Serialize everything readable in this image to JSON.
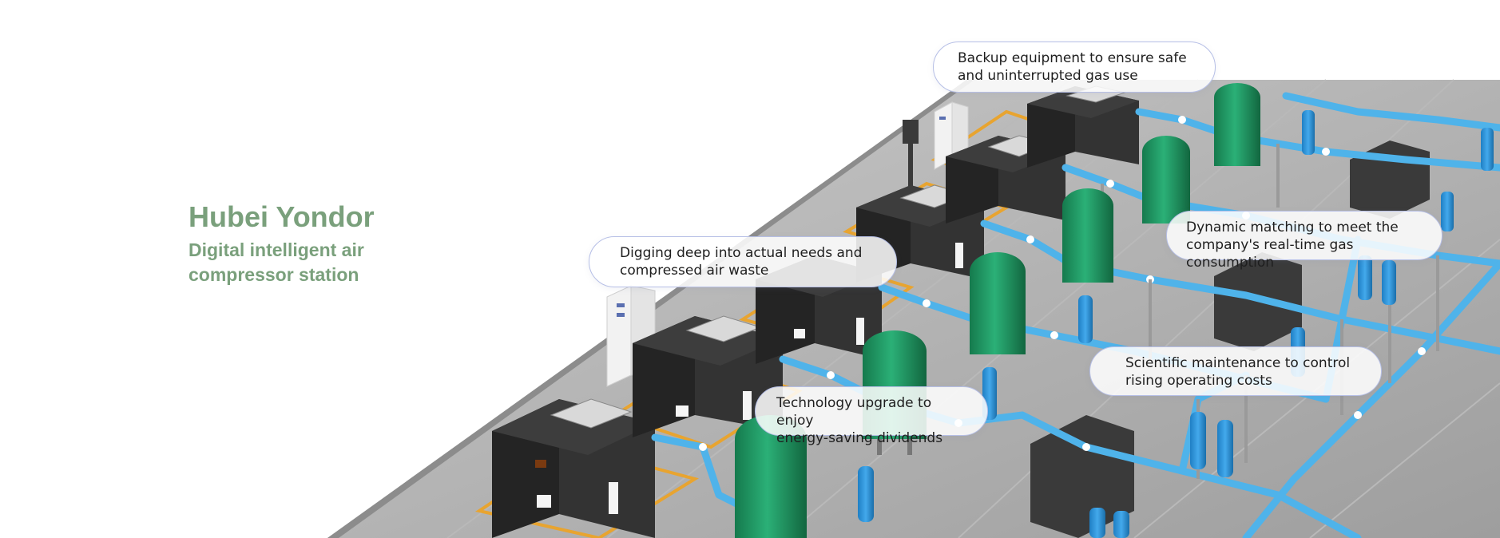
{
  "headline": {
    "title": "Hubei Yondor",
    "subtitle": "Digital intelligent air compressor station"
  },
  "callouts": [
    {
      "lines": [
        "Backup equipment to ensure safe",
        "and uninterrupted gas use"
      ]
    },
    {
      "lines": [
        "Digging deep into actual needs and",
        "compressed air waste"
      ]
    },
    {
      "lines": [
        "Dynamic matching to meet the",
        "company's real-time gas consumption"
      ]
    },
    {
      "lines": [
        "Scientific maintenance to control",
        "rising operating costs"
      ]
    },
    {
      "lines": [
        "Technology upgrade to enjoy",
        "energy-saving dividends"
      ]
    }
  ],
  "colors": {
    "headline_green": "#7aa07c",
    "tank_green": "#1f9a63",
    "pipe_blue": "#4fb3ea",
    "floor_grey": "#a9a9a9",
    "compressor_black": "#2b2b2b",
    "zone_orange": "#e8a430",
    "bubble_border": "#b6bfe6"
  }
}
